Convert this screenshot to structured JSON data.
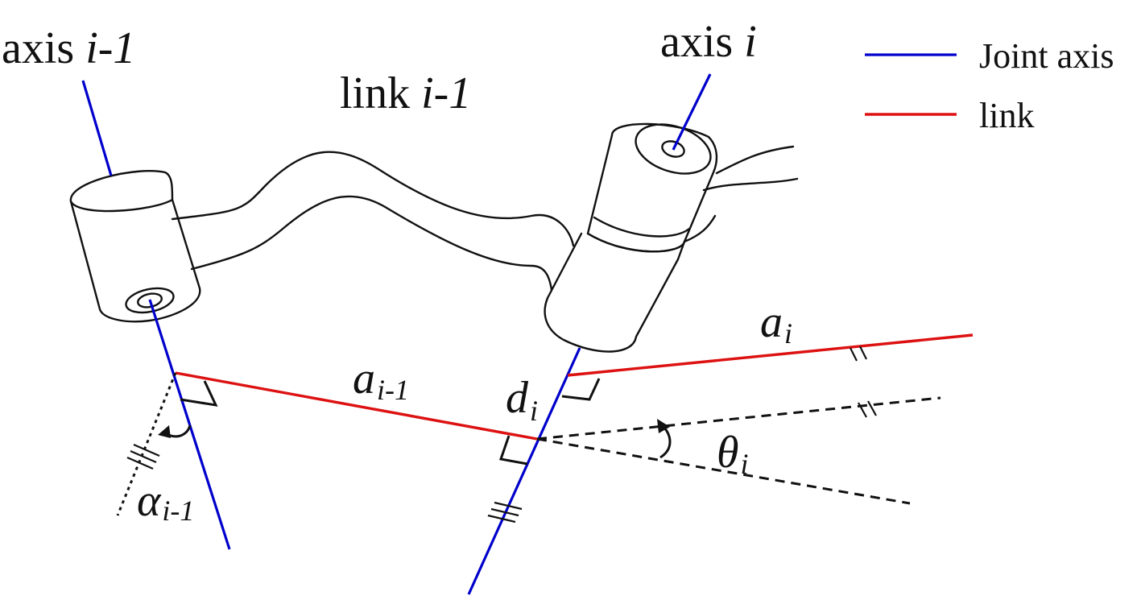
{
  "labels": {
    "axis_prev_word": "axis",
    "axis_prev_index": "i-1",
    "axis_curr_word": "axis",
    "axis_curr_index": "i",
    "link_word": "link",
    "link_index": "i-1",
    "a_prev_main": "a",
    "a_prev_sub": "i-1",
    "a_curr_main": "a",
    "a_curr_sub": "i",
    "d_main": "d",
    "d_sub": "i",
    "theta_main": "θ",
    "theta_sub": "i",
    "alpha_main": "α",
    "alpha_sub": "i-1"
  },
  "legend": {
    "items": [
      {
        "label": "Joint axis",
        "color": "#0000cc"
      },
      {
        "label": "link",
        "color": "#dd1111"
      }
    ]
  },
  "colors": {
    "joint_axis": "#0000cc",
    "link": "#dd1111",
    "sketch": "#111111"
  }
}
